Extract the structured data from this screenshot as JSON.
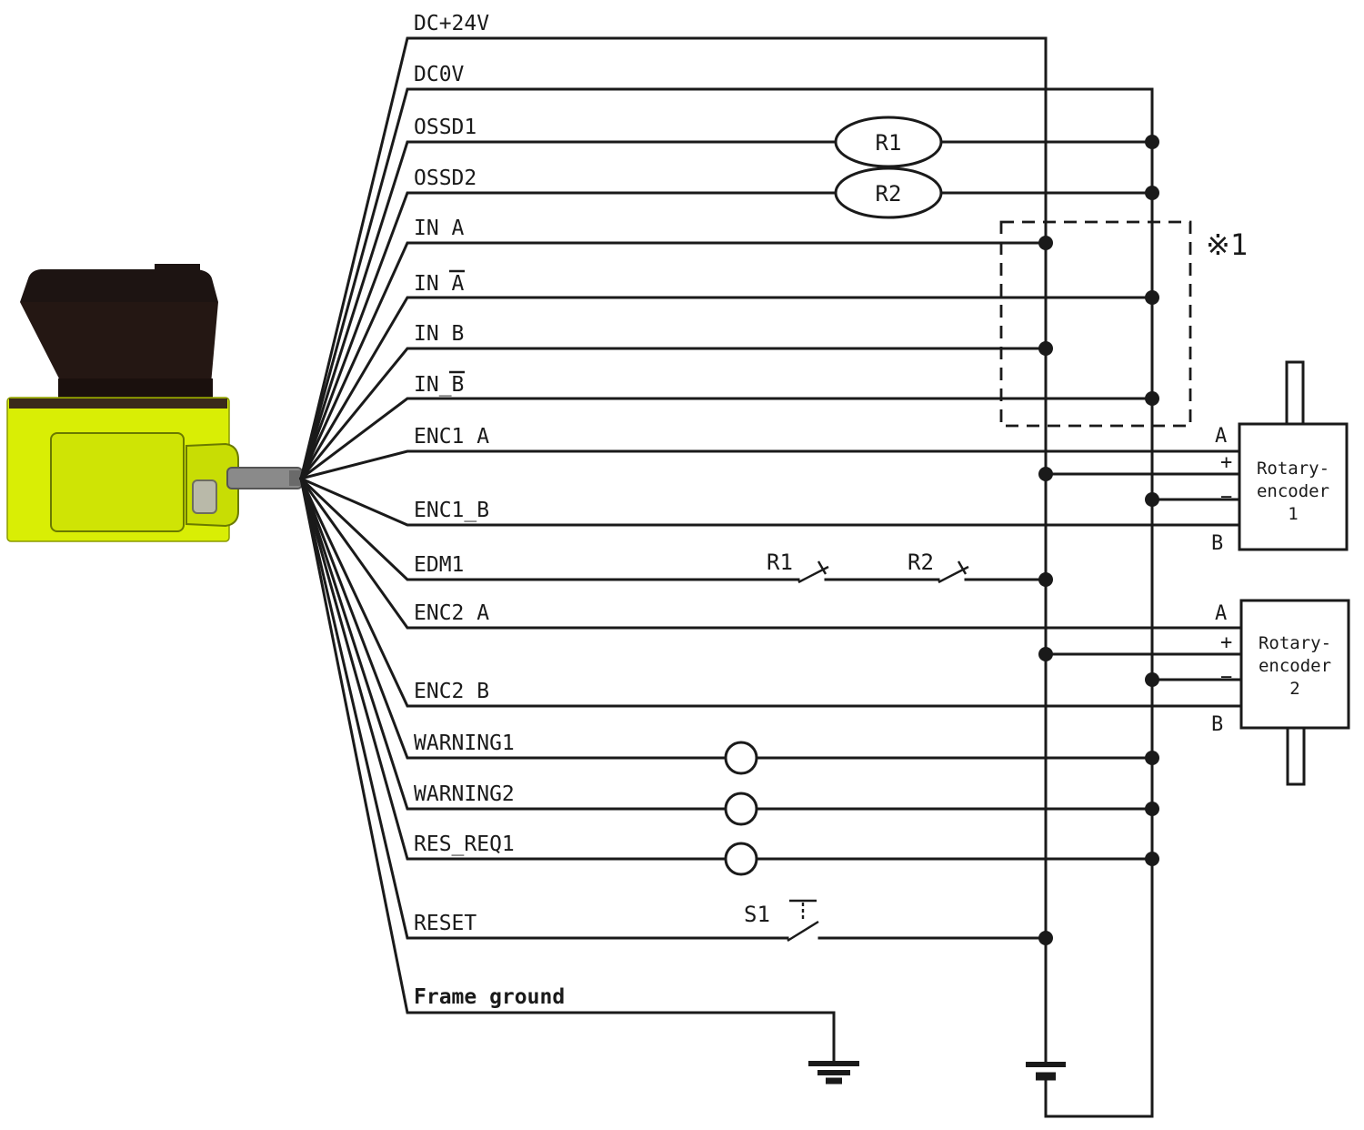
{
  "wires": [
    {
      "label": "DC+24V"
    },
    {
      "label": "DC0V"
    },
    {
      "label": "OSSD1"
    },
    {
      "label": "OSSD2"
    },
    {
      "label": "IN A"
    },
    {
      "label": "IN A",
      "overbar_on": "A"
    },
    {
      "label": "IN B"
    },
    {
      "label": "IN_B",
      "overbar_on": "B"
    },
    {
      "label": "ENC1 A"
    },
    {
      "label": "ENC1_B"
    },
    {
      "label": "EDM1"
    },
    {
      "label": "ENC2 A"
    },
    {
      "label": "ENC2 B"
    },
    {
      "label": "WARNING1"
    },
    {
      "label": "WARNING2"
    },
    {
      "label": "RES_REQ1"
    },
    {
      "label": "RESET"
    },
    {
      "label": "Frame ground"
    }
  ],
  "components": {
    "relay_r1": "R1",
    "relay_r2": "R2",
    "edm_contact_r1": "R1",
    "edm_contact_r2": "R2",
    "reset_switch": "S1",
    "note_ref": "※1",
    "encoder1": {
      "line1": "Rotary-",
      "line2": "encoder",
      "line3": "1",
      "term_a": "A",
      "term_plus": "+",
      "term_minus": "−",
      "term_b": "B"
    },
    "encoder2": {
      "line1": "Rotary-",
      "line2": "encoder",
      "line3": "2",
      "term_a": "A",
      "term_plus": "+",
      "term_minus": "−",
      "term_b": "B"
    }
  },
  "colors": {
    "line": "#1a1a1a",
    "background": "#ffffff",
    "scanner_body": "#d9ee05",
    "scanner_top": "#1d1412",
    "cable": "#8a8a8a"
  }
}
